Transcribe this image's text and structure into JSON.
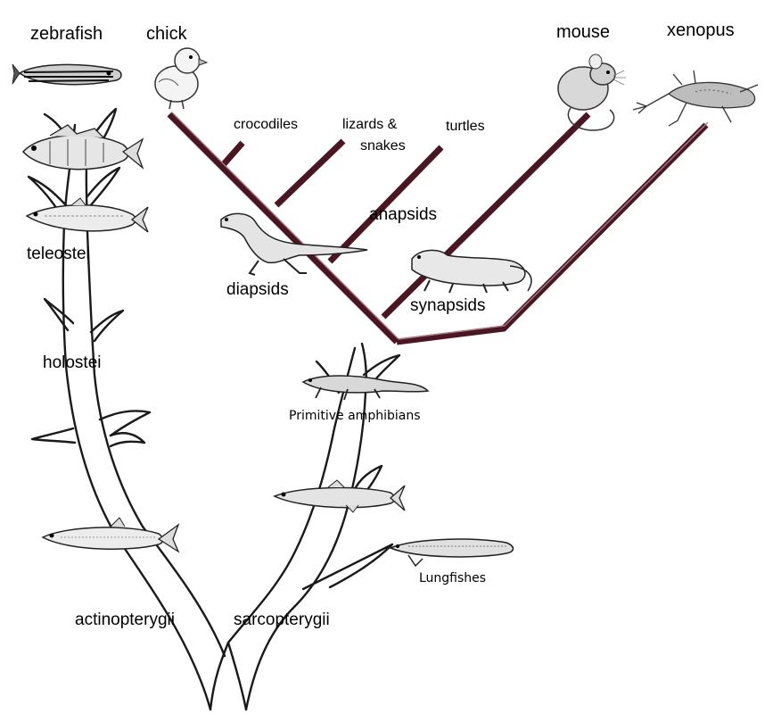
{
  "top_labels": {
    "zebrafish": "zebrafish",
    "chick": "chick",
    "mouse": "mouse",
    "xenopus": "xenopus"
  },
  "amniote_labels": {
    "crocodiles": "crocodiles",
    "lizards_line1": "lizards &",
    "lizards_line2": "snakes",
    "turtles": "turtles",
    "anapsids": "anapsids",
    "diapsids": "diapsids",
    "synapsids": "synapsids"
  },
  "fish_labels": {
    "teleostei": "teleostei",
    "holostei": "holostei",
    "actinopterygii": "actinopterygii",
    "sarcopterygii": "sarcopterygii",
    "primitive_amphibians": "Primitive amphibians",
    "lungfishes": "Lungfishes"
  },
  "colors": {
    "amniote_branch": "#4a1622",
    "tree_line": "#1a1a1a"
  },
  "icons": [
    "zebrafish-icon",
    "chick-icon",
    "mouse-icon",
    "xenopus-icon",
    "perch-icon",
    "herring-icon",
    "primitive-ray-fish-icon",
    "dinosaur-icon",
    "reptile-synapsid-icon",
    "amphibian-icon",
    "coelacanth-icon",
    "lungfish-icon"
  ]
}
